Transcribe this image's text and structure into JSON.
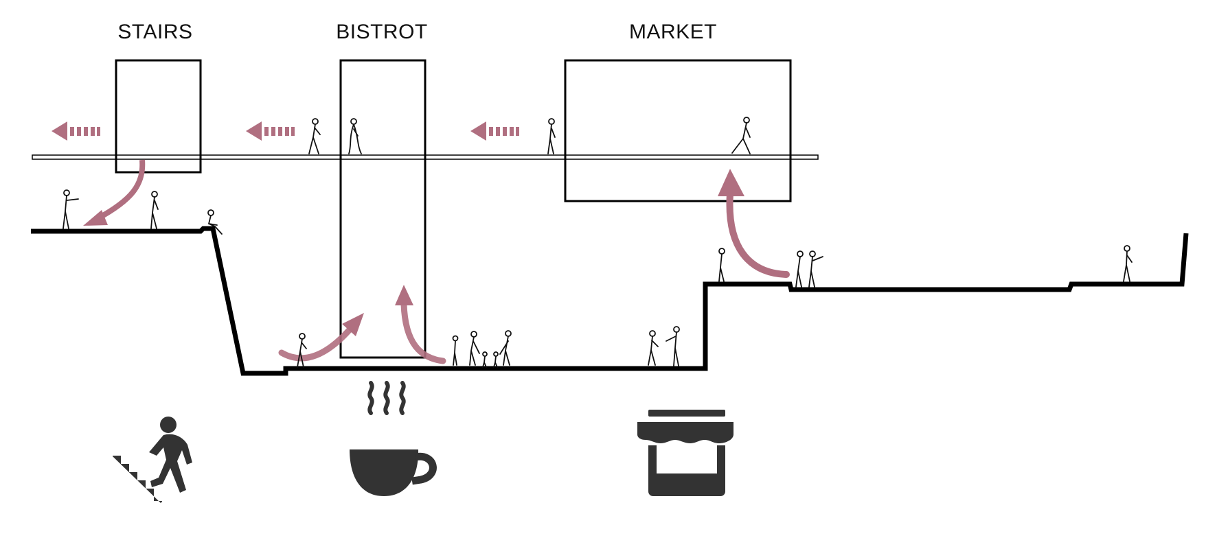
{
  "labels": {
    "stairs": "STAIRS",
    "bistrot": "BISTROT",
    "market": "MARKET"
  },
  "colors": {
    "line": "#000000",
    "arrow": "#b06f80",
    "icon": "#333333",
    "background": "#ffffff"
  },
  "icons": [
    "stairs-climber-icon",
    "coffee-cup-icon",
    "market-stall-icon"
  ]
}
